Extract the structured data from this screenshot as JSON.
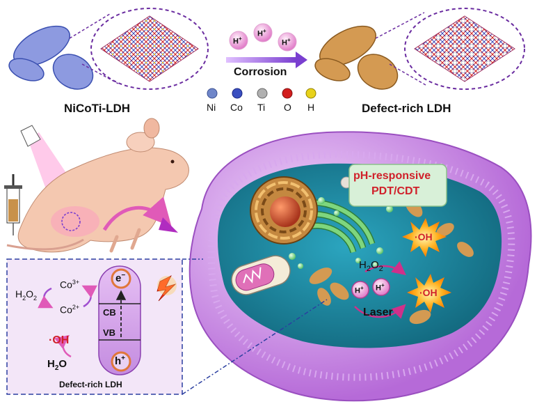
{
  "top": {
    "left_material": "NiCoTi-LDH",
    "right_material": "Defect-rich LDH",
    "process_label": "Corrosion",
    "proton": "H",
    "proton_charge": "+"
  },
  "elements_legend": [
    {
      "symbol": "Ni",
      "color": "#6f86c9"
    },
    {
      "symbol": "Co",
      "color": "#3a4fc0"
    },
    {
      "symbol": "Ti",
      "color": "#9a9a9a"
    },
    {
      "symbol": "O",
      "color": "#d21e1e"
    },
    {
      "symbol": "H",
      "color": "#e8d21a"
    }
  ],
  "cell": {
    "response_label_1": "pH-responsive",
    "response_label_2": "PDT/CDT",
    "radical_1": "·OH",
    "radical_2": "·OH",
    "h2o2_main": "H",
    "h2o2_sub1": "2",
    "h2o2_mid": "O",
    "h2o2_sub2": "2",
    "proton": "H",
    "proton_charge": "+",
    "laser_label": "Laser"
  },
  "inset": {
    "title": "Defect-rich LDH",
    "electron": "e",
    "electron_charge": "−",
    "hole": "h",
    "hole_charge": "+",
    "cb_label": "CB",
    "vb_label": "VB",
    "co3": "Co",
    "co3_charge": "3+",
    "co2": "Co",
    "co2_charge": "2+",
    "h2o2_main": "H",
    "h2o2_sub1": "2",
    "h2o2_mid": "O",
    "h2o2_sub2": "2",
    "oh_radical": "·OH",
    "h2o_main": "H",
    "h2o_sub": "2",
    "h2o_end": "O"
  },
  "colors": {
    "ldh_blue": "#7f8ed6",
    "ldh_brown": "#c8914a",
    "membrane": "#c47fe0",
    "cytoplasm": "#1f8fa8",
    "inset_bg": "#f1e2f6",
    "accent_red": "#d0202a",
    "arrow_purple": "#a04fd0"
  }
}
